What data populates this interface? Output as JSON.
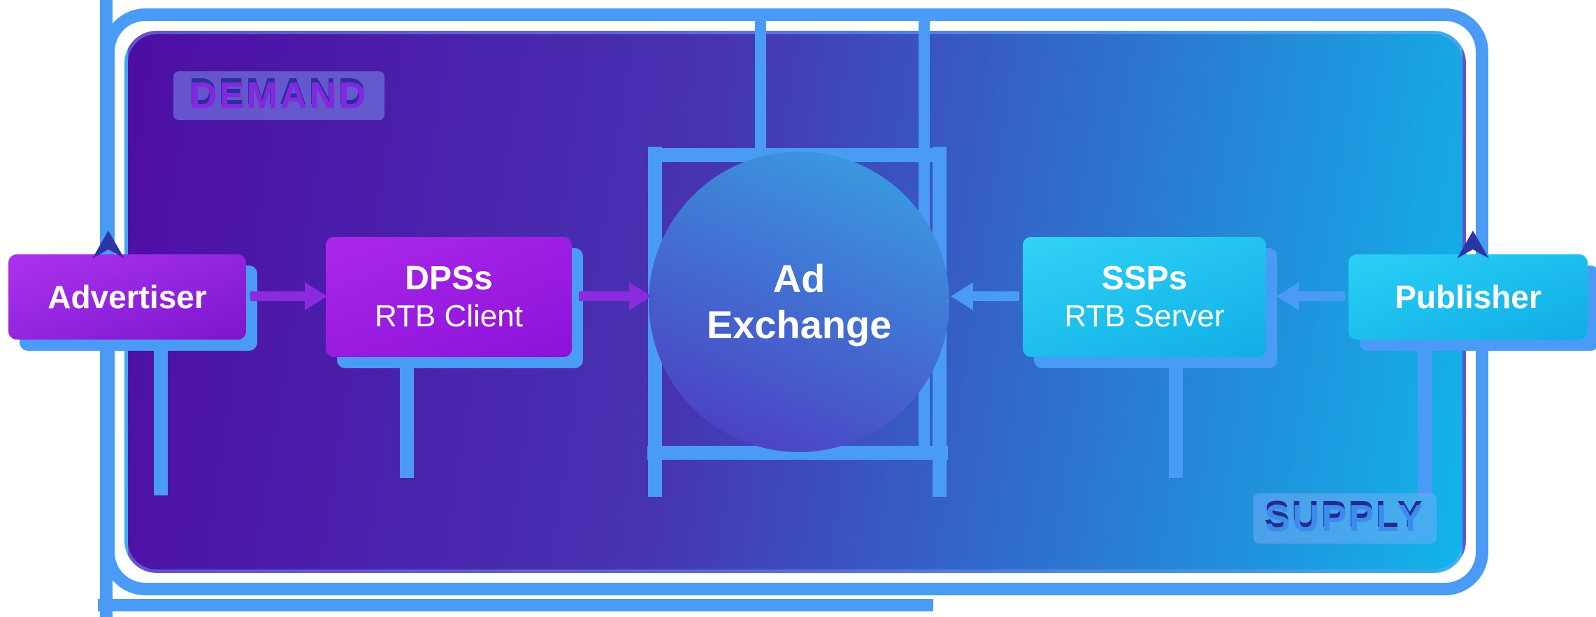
{
  "diagram": {
    "demand_label": "DEMAND",
    "supply_label": "SUPPLY",
    "nodes": {
      "advertiser": {
        "label": "Advertiser"
      },
      "dsp": {
        "title": "DPSs",
        "subtitle": "RTB Client"
      },
      "exchange": {
        "line1": "Ad",
        "line2": "Exchange"
      },
      "ssp": {
        "title": "SSPs",
        "subtitle": "RTB Server"
      },
      "publisher": {
        "label": "Publisher"
      }
    },
    "colors": {
      "frame_blue": "#4A9BF5",
      "arrow_purple": "#8B2BE0",
      "arrow_blue": "#4A9BF5",
      "dart_navy": "#2B35A5",
      "bg_gradient_left": "#4E0DA4",
      "bg_gradient_right": "#12B4EA"
    }
  }
}
